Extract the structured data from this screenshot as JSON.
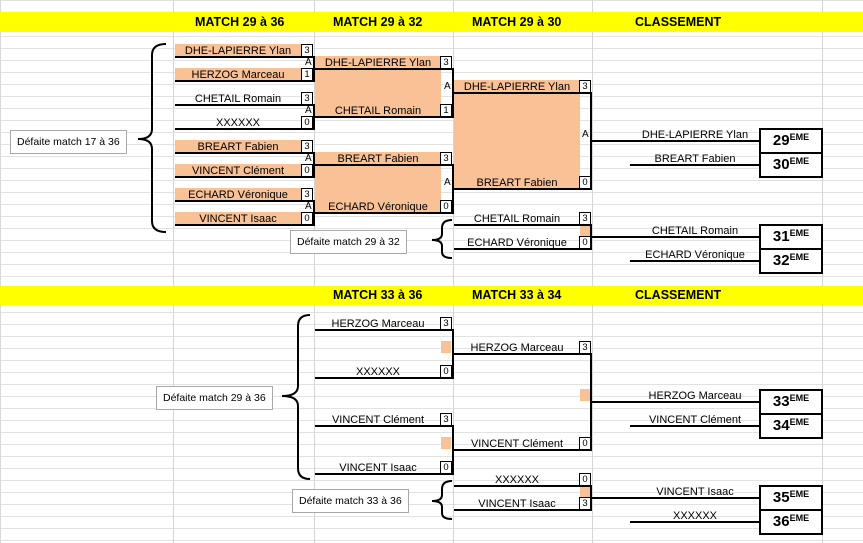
{
  "headers": {
    "top": [
      "MATCH 29 à 36",
      "MATCH 29 à 32",
      "MATCH 29 à 30",
      "CLASSEMENT"
    ],
    "bottom": [
      "MATCH 33 à 36",
      "MATCH 33 à 34",
      "CLASSEMENT"
    ]
  },
  "notes": {
    "n1": "Défaite match 17 à 36",
    "n2": "Défaite match 29 à 32",
    "n3": "Défaite match 29 à 36",
    "n4": "Défaite match 33 à 36"
  },
  "round1": [
    {
      "name": "DHE-LAPIERRE Ylan",
      "score": "3"
    },
    {
      "name": "HERZOG Marceau",
      "score": "1"
    },
    {
      "name": "CHETAIL Romain",
      "score": "3"
    },
    {
      "name": "XXXXXX",
      "score": "0"
    },
    {
      "name": "BREART Fabien",
      "score": "3"
    },
    {
      "name": "VINCENT Clément",
      "score": "0"
    },
    {
      "name": "ECHARD Véronique",
      "score": "3"
    },
    {
      "name": "VINCENT Isaac",
      "score": "0"
    }
  ],
  "round2": [
    {
      "name": "DHE-LAPIERRE Ylan",
      "score": "3"
    },
    {
      "name": "CHETAIL Romain",
      "score": "1"
    },
    {
      "name": "BREART Fabien",
      "score": "3"
    },
    {
      "name": "ECHARD Véronique",
      "score": "0"
    }
  ],
  "round3": [
    {
      "name": "DHE-LAPIERRE Ylan",
      "score": "3"
    },
    {
      "name": "BREART Fabien",
      "score": "0"
    }
  ],
  "consol_top": [
    {
      "name": "CHETAIL Romain",
      "score": "3"
    },
    {
      "name": "ECHARD Véronique",
      "score": "0"
    }
  ],
  "classement_top": [
    {
      "name": "DHE-LAPIERRE Ylan",
      "rank": "29",
      "suffix": "EME"
    },
    {
      "name": "BREART Fabien",
      "rank": "30",
      "suffix": "EME"
    },
    {
      "name": "CHETAIL Romain",
      "rank": "31",
      "suffix": "EME"
    },
    {
      "name": "ECHARD Véronique",
      "rank": "32",
      "suffix": "EME"
    }
  ],
  "b_round1": [
    {
      "name": "HERZOG Marceau",
      "score": "3"
    },
    {
      "name": "XXXXXX",
      "score": "0"
    },
    {
      "name": "VINCENT Clément",
      "score": "3"
    },
    {
      "name": "VINCENT Isaac",
      "score": "0"
    }
  ],
  "b_round2": [
    {
      "name": "HERZOG Marceau",
      "score": "3"
    },
    {
      "name": "VINCENT Clément",
      "score": "0"
    }
  ],
  "b_consol": [
    {
      "name": "XXXXXX",
      "score": "0"
    },
    {
      "name": "VINCENT Isaac",
      "score": "3"
    }
  ],
  "classement_bottom": [
    {
      "name": "HERZOG Marceau",
      "rank": "33",
      "suffix": "EME"
    },
    {
      "name": "VINCENT Clément",
      "rank": "34",
      "suffix": "EME"
    },
    {
      "name": "VINCENT Isaac",
      "rank": "35",
      "suffix": "EME"
    },
    {
      "name": "XXXXXX",
      "rank": "36",
      "suffix": "EME"
    }
  ],
  "marks": {
    "a": "A"
  }
}
